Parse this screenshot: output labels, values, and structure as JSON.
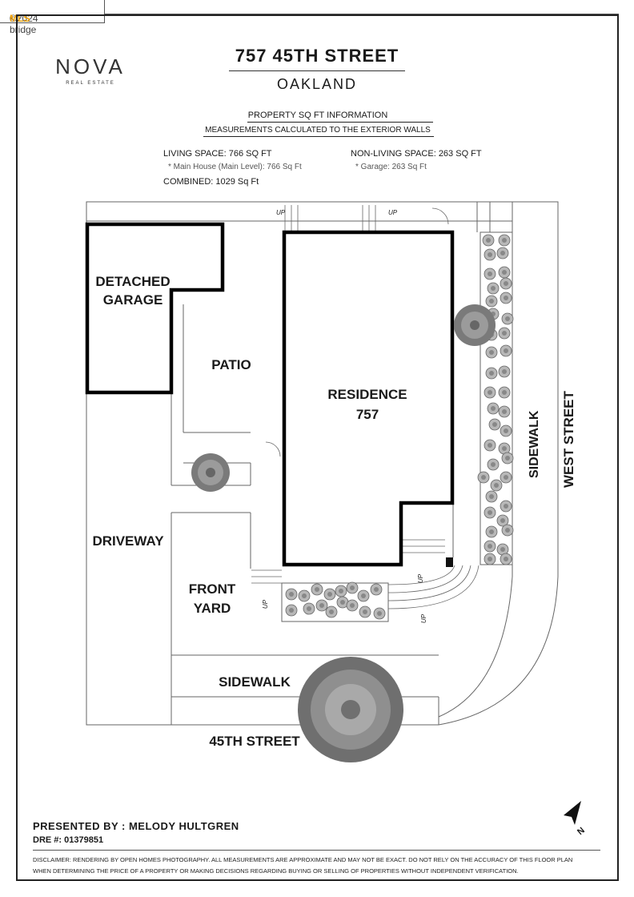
{
  "badge": {
    "copyright": "©2024 bridge",
    "mls": "MLS"
  },
  "logo": {
    "name": "NOVA",
    "tagline": "REAL ESTATE"
  },
  "header": {
    "address": "757 45TH STREET",
    "city": "OAKLAND"
  },
  "sqft": {
    "heading": "PROPERTY SQ FT INFORMATION",
    "subheading": "MEASUREMENTS CALCULATED TO THE EXTERIOR WALLS",
    "living_title": "LIVING SPACE: 766 SQ FT",
    "living_detail": "*   Main House (Main Level):   766 Sq Ft",
    "nonliving_title": "NON-LIVING SPACE: 263 SQ FT",
    "nonliving_detail": "*   Garage:    263 Sq Ft",
    "combined": "COMBINED:     1029  Sq Ft"
  },
  "plan": {
    "garage_line1": "DETACHED",
    "garage_line2": "GARAGE",
    "patio": "PATIO",
    "residence_line1": "RESIDENCE",
    "residence_line2": "757",
    "driveway": "DRIVEWAY",
    "front_yard_line1": "FRONT",
    "front_yard_line2": "YARD",
    "sidewalk_bottom": "SIDEWALK",
    "street_bottom": "45TH STREET",
    "sidewalk_right": "SIDEWALK",
    "street_right": "WEST STREET",
    "up_label": "UP",
    "north_label": "N",
    "north_icon": "north-arrow-icon"
  },
  "footer": {
    "presented": "PRESENTED BY : MELODY HULTGREN",
    "dre": "DRE #: 01379851",
    "disclaimer_line1": "DISCLAIMER: RENDERING BY OPEN HOMES PHOTOGRAPHY. ALL MEASUREMENTS ARE APPROXIMATE AND MAY NOT BE EXACT. DO NOT RELY ON THE ACCURACY OF THIS FLOOR PLAN",
    "disclaimer_line2": "WHEN DETERMINING THE PRICE OF A PROPERTY OR MAKING DECISIONS REGARDING BUYING OR SELLING OF PROPERTIES WITHOUT INDEPENDENT VERIFICATION."
  },
  "colors": {
    "wall": "#000000",
    "line": "#666666",
    "mls": "#f2a000",
    "plant": "#9a9a9a"
  }
}
